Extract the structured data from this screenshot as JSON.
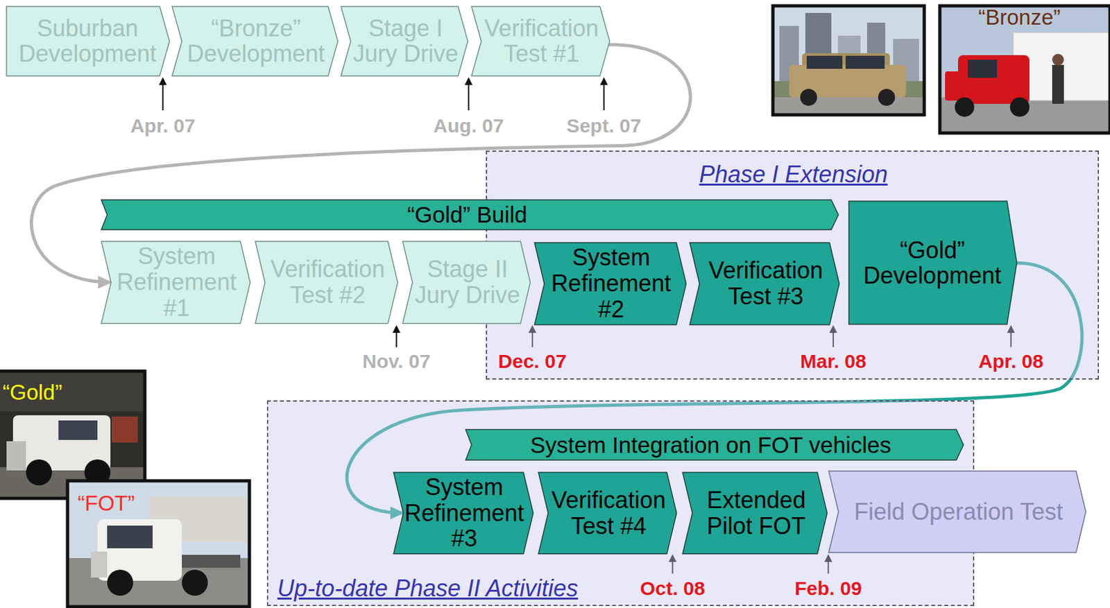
{
  "diagram": {
    "nodes": [
      {
        "text": [
          "Suburban Development"
        ]
      },
      {
        "text": [
          "“Bronze” Development"
        ]
      },
      {
        "text": [
          "Stage I Jury Drive"
        ]
      },
      {
        "text": [
          "Verification Test #1"
        ]
      },
      {
        "text": [
          "“Gold” Build"
        ]
      },
      {
        "text": [
          "System Refinement #1"
        ]
      },
      {
        "text": [
          "Verification Test #2"
        ]
      },
      {
        "text": [
          "Stage II Jury Drive"
        ]
      },
      {
        "text": [
          "Phase I Extension"
        ]
      },
      {
        "text": [
          "System Refinement #2"
        ],
        "in": 8
      },
      {
        "text": [
          "Verification Test #3"
        ],
        "in": 8
      },
      {
        "text": [
          "“Gold” Development"
        ],
        "in": 8
      },
      {
        "text": [
          "Up-to-date Phase II Activities"
        ]
      },
      {
        "text": [
          "System Integration on FOT vehicles"
        ],
        "in": 12
      },
      {
        "text": [
          "System Refinement #3"
        ],
        "in": 12
      },
      {
        "text": [
          "Verification Test #4"
        ],
        "in": 12
      },
      {
        "text": [
          "Extended Pilot FOT"
        ],
        "in": 12
      },
      {
        "text": [
          "Field Operation Test"
        ]
      }
    ],
    "edges": [
      {
        "from": 3,
        "to": 5,
        "arrow": "to"
      },
      {
        "from": 11,
        "to": 14,
        "arrow": "to"
      }
    ],
    "labels": [
      "Apr. 07",
      "Aug. 07",
      "Sept. 07",
      "“Bronze”",
      "Nov. 07",
      "Dec. 07",
      "Mar. 08",
      "Apr. 08",
      "“Gold”",
      "“FOT”",
      "Oct. 08",
      "Feb. 09"
    ]
  }
}
